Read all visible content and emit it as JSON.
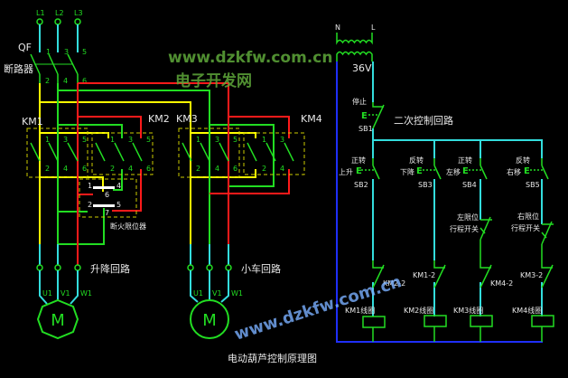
{
  "colors": {
    "background": "#000000",
    "phase_L1": "#ffff00",
    "phase_L2": "#22dd22",
    "phase_L3": "#ff1a1a",
    "control": "#33dddd",
    "neutral": "#1f2fff",
    "component": "#22dd22"
  },
  "power": {
    "phases": [
      "L1",
      "L2",
      "L3"
    ],
    "breaker": {
      "id": "QF",
      "name": "断路器",
      "in_terminals": [
        "1",
        "3",
        "5"
      ],
      "out_terminals": [
        "2",
        "4",
        "6"
      ]
    },
    "contactors": [
      "KM1",
      "KM2",
      "KM3",
      "KM4"
    ],
    "contact_in": [
      "1",
      "3",
      "5"
    ],
    "contact_out": [
      "2",
      "4",
      "6"
    ],
    "limit": {
      "name": "断火限位器",
      "terminals": [
        "1",
        "6",
        "4",
        "2",
        "7",
        "5"
      ]
    },
    "circuits": [
      "升降回路",
      "小车回路"
    ],
    "motor_terminals": [
      "U1",
      "V1",
      "W1"
    ],
    "motor_label": "M"
  },
  "control": {
    "supply": [
      "N",
      "L"
    ],
    "voltage": "36V",
    "title": "二次控制回路",
    "stop": {
      "label": "停止",
      "id": "SB1"
    },
    "buttons": [
      {
        "l1": "正转",
        "l2": "上升",
        "id": "SB2"
      },
      {
        "l1": "反转",
        "l2": "下降",
        "id": "SB3"
      },
      {
        "l1": "正转",
        "l2": "左移",
        "id": "SB4"
      },
      {
        "l1": "反转",
        "l2": "右移",
        "id": "SB5"
      }
    ],
    "limits": [
      {
        "l1": "左限位",
        "l2": "行程开关"
      },
      {
        "l1": "右限位",
        "l2": "行程开关"
      }
    ],
    "interlocks": [
      "KM2-2",
      "KM1-2",
      "KM4-2",
      "KM3-2"
    ],
    "coils": [
      "KM1线圈",
      "KM2线圈",
      "KM3线圈",
      "KM4线圈"
    ]
  },
  "diagram_title": "电动葫芦控制原理图",
  "watermark": {
    "url": "www.dzkfw.com.cn",
    "name": "电子开发网"
  }
}
